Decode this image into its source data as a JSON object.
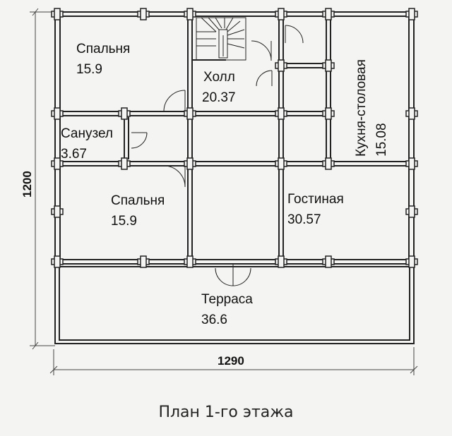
{
  "caption": "План 1-го этажа",
  "dimensions": {
    "width": "1290",
    "height": "1200"
  },
  "rooms": [
    {
      "name": "Спальня",
      "area": "15.9"
    },
    {
      "name": "Холл",
      "area": "20.37"
    },
    {
      "name": "Кухня-столовая",
      "area": "15.08"
    },
    {
      "name": "Санузел",
      "area": "3.67"
    },
    {
      "name": "Спальня",
      "area": "15.9"
    },
    {
      "name": "Гостиная",
      "area": "30.57"
    },
    {
      "name": "Терраса",
      "area": "36.6"
    }
  ]
}
